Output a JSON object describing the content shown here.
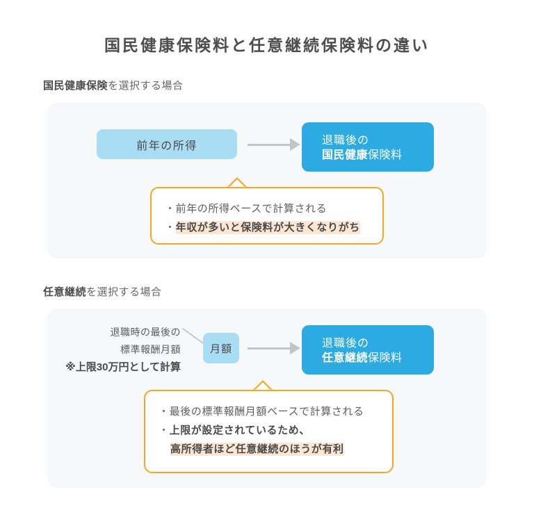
{
  "title": "国民健康保険料と任意継続保険料の違い",
  "colors": {
    "accent_blue": "#2cabe3",
    "light_blue": "#a9ddf3",
    "panel_bg": "#f7f8f9",
    "callout_border": "#f5a623",
    "highlight_bg": "#fde7d4",
    "arrow_gray": "#c0c5c9",
    "text_gray": "#4a4a4a"
  },
  "sections": [
    {
      "heading_strong": "国民健康保険",
      "heading_rest": "を選択する場合",
      "source_chip": "前年の所得",
      "result_top": "退職後の",
      "result_bottom_strong": "国民健康",
      "result_bottom_rest": "保険料",
      "callout": {
        "line1_bullet": "・",
        "line1": "前年の所得ベースで計算される",
        "line2_bullet": "・",
        "line2_highlight": "年収が多いと保険料が大きくなりがち"
      }
    },
    {
      "heading_strong": "任意継続",
      "heading_rest": "を選択する場合",
      "note_line1": "退職時の最後の",
      "note_line2": "標準報酬月額",
      "note_line3": "※上限30万円として計算",
      "source_chip": "月額",
      "result_top": "退職後の",
      "result_bottom_strong": "任意継続",
      "result_bottom_rest": "保険料",
      "callout": {
        "line1_bullet": "・",
        "line1": "最後の標準報酬月額ベースで計算される",
        "line2_bullet": "・",
        "line2_bold": "上限が設定されているため、",
        "line3_highlight": "高所得者ほど任意継続のほうが有利"
      }
    }
  ]
}
